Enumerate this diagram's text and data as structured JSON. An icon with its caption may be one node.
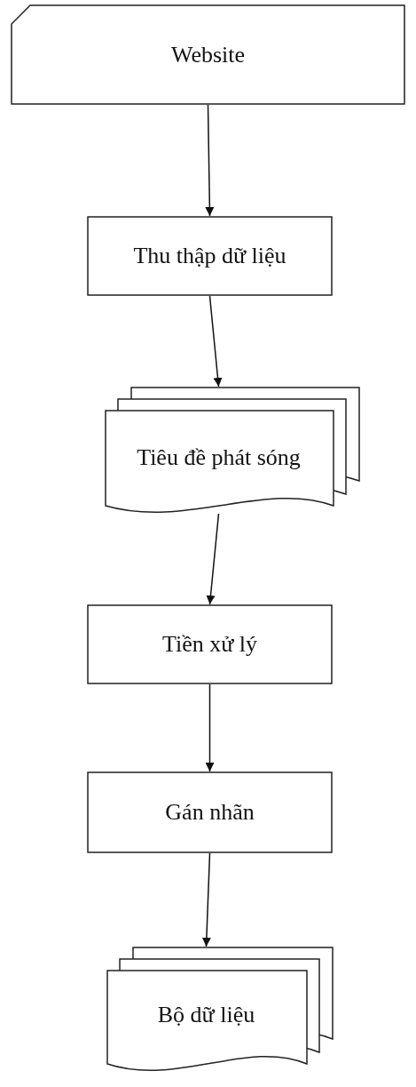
{
  "diagram": {
    "nodes": [
      {
        "text": [
          "Website"
        ]
      },
      {
        "text": [
          "Thu thập dữ liệu"
        ]
      },
      {
        "text": [
          "Tiêu đề phát sóng"
        ]
      },
      {
        "text": [
          "Tiền xử lý"
        ]
      },
      {
        "text": [
          "Gán nhãn"
        ]
      },
      {
        "text": [
          "Bộ dữ liệu"
        ]
      }
    ],
    "edges": [
      {
        "from": 0,
        "to": 1,
        "arrow": "to"
      },
      {
        "from": 1,
        "to": 2,
        "arrow": "to"
      },
      {
        "from": 2,
        "to": 3,
        "arrow": "to"
      },
      {
        "from": 3,
        "to": 4,
        "arrow": "to"
      },
      {
        "from": 4,
        "to": 5,
        "arrow": "to"
      }
    ]
  }
}
